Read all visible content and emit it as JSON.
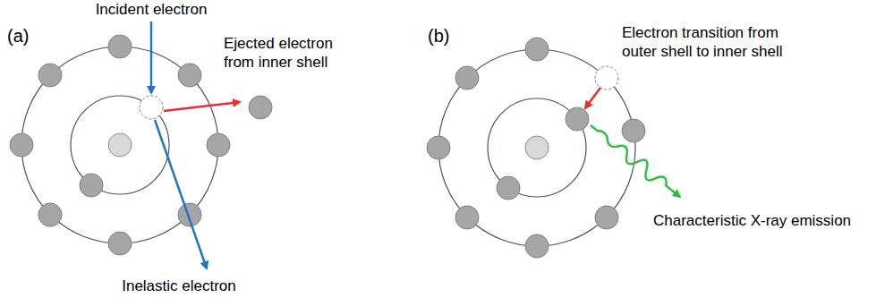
{
  "diagram": {
    "labels": [
      "(a)",
      "Incident electron",
      "Ejected electron from inner shell",
      "Inelastic electron",
      "(b)",
      "Electron transition from outer shell to inner shell",
      "Characteristic X-ray emission"
    ]
  }
}
